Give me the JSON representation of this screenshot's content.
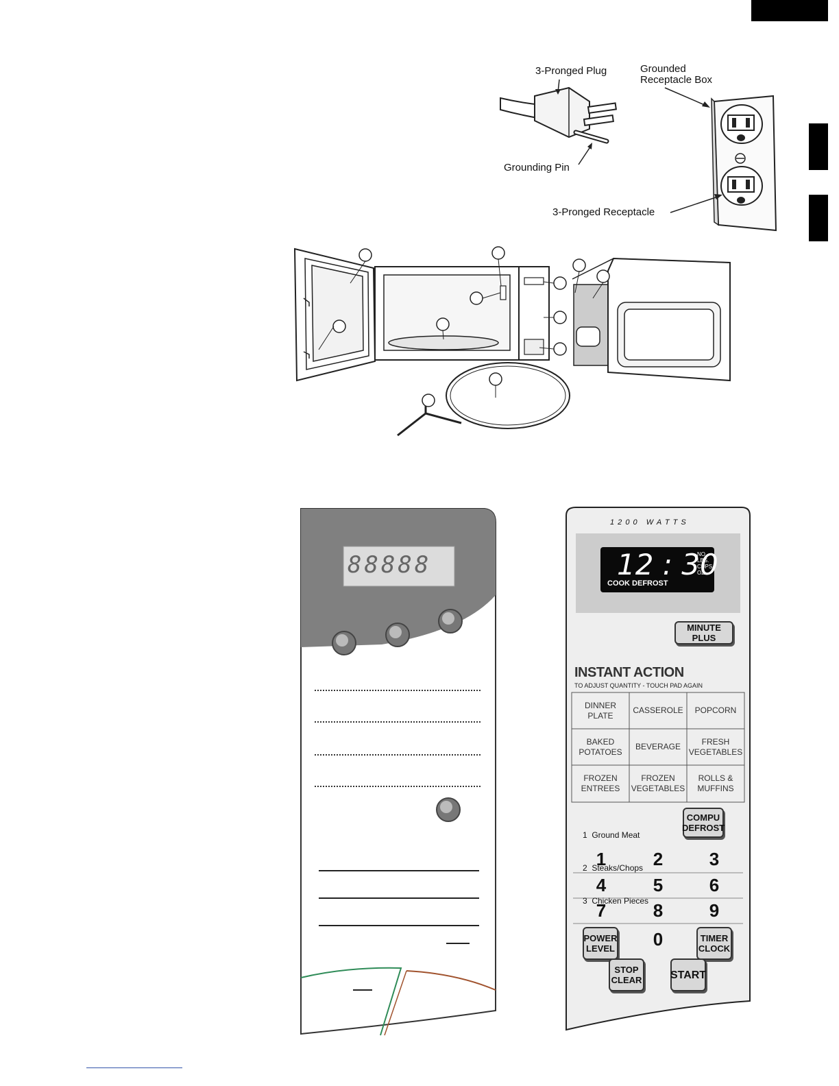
{
  "plug_figure": {
    "plug_label": "3-Pronged Plug",
    "box_label_line1": "Grounded",
    "box_label_line2": "Receptacle Box",
    "pin_label": "Grounding Pin",
    "receptacle_label": "3-Pronged Receptacle"
  },
  "panel": {
    "watts": "1 2 0 0   W A T T S",
    "display_time": "12 : 30",
    "display_units": [
      "NO.",
      "LBS.",
      "CUPS",
      "OZ"
    ],
    "display_status": "COOK DEFROST",
    "minute_plus": "MINUTE PLUS",
    "instant_action_title": "INSTANT ACTION",
    "instant_action_sub": "TO ADJUST QUANTITY - TOUCH PAD AGAIN",
    "instant_items": [
      "DINNER\nPLATE",
      "CASSEROLE",
      "POPCORN",
      "BAKED\nPOTATOES",
      "BEVERAGE",
      "FRESH\nVEGETABLES",
      "FROZEN\nENTREES",
      "FROZEN\nVEGETABLES",
      "ROLLS &\nMUFFINS"
    ],
    "defrost_list": [
      "1  Ground Meat",
      "2  Steaks/Chops",
      "3  Chicken Pieces"
    ],
    "compu_defrost_1": "COMPU",
    "compu_defrost_2": "DEFROST",
    "numbers": [
      "1",
      "2",
      "3",
      "4",
      "5",
      "6",
      "7",
      "8",
      "9",
      "0"
    ],
    "power_level_1": "POWER",
    "power_level_2": "LEVEL",
    "timer_clock_1": "TIMER",
    "timer_clock_2": "CLOCK",
    "stop_clear_1": "STOP",
    "stop_clear_2": "CLEAR",
    "start": "START"
  },
  "left_display_segments": "88888"
}
